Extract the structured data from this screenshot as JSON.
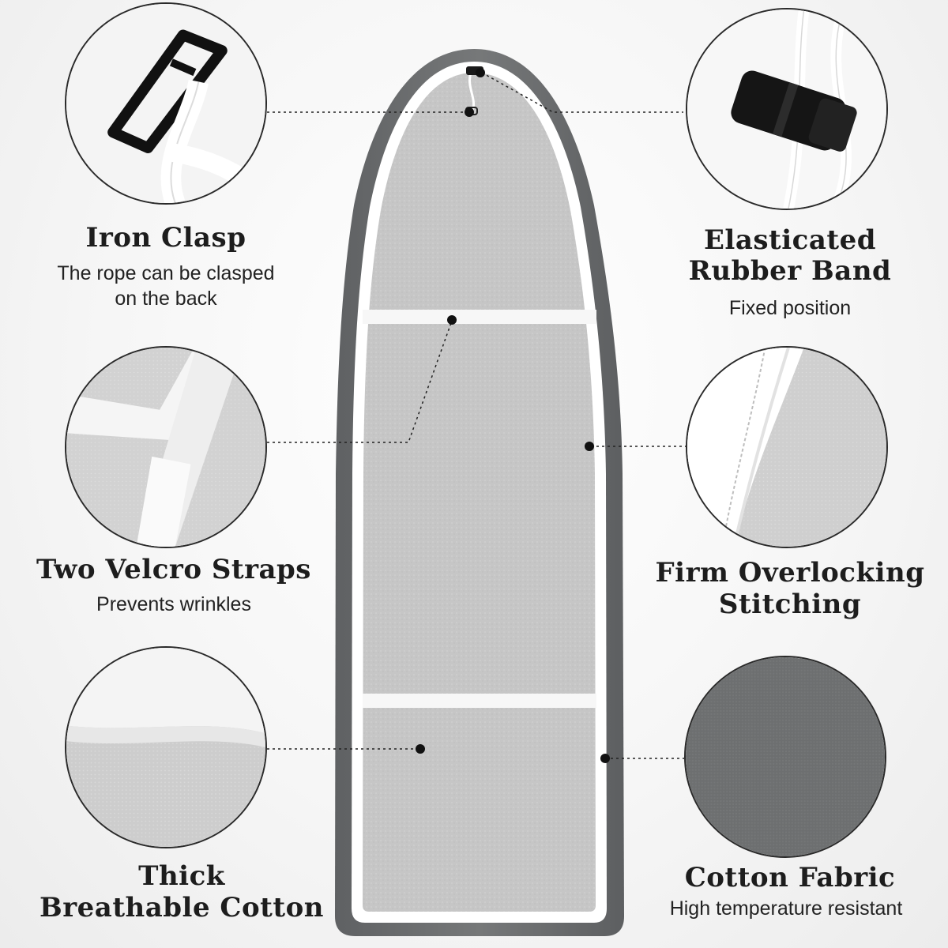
{
  "features": {
    "iron_clasp": {
      "title": "Iron Clasp",
      "desc_line1": "The rope can be clasped",
      "desc_line2": "on the back"
    },
    "rubber_band": {
      "title_line1": "Elasticated",
      "title_line2": "Rubber Band",
      "desc": "Fixed position"
    },
    "velcro": {
      "title": "Two Velcro Straps",
      "desc": "Prevents wrinkles"
    },
    "stitching": {
      "title_line1": "Firm Overlocking",
      "title_line2": "Stitching"
    },
    "cotton": {
      "title_line1": "Thick",
      "title_line2": "Breathable Cotton"
    },
    "fabric": {
      "title": "Cotton Fabric",
      "desc": "High temperature resistant"
    }
  },
  "colors": {
    "board_edge": "#6f7173",
    "board_felt": "#c9c9c9",
    "trim": "#ffffff",
    "text": "#1d1d1d"
  }
}
